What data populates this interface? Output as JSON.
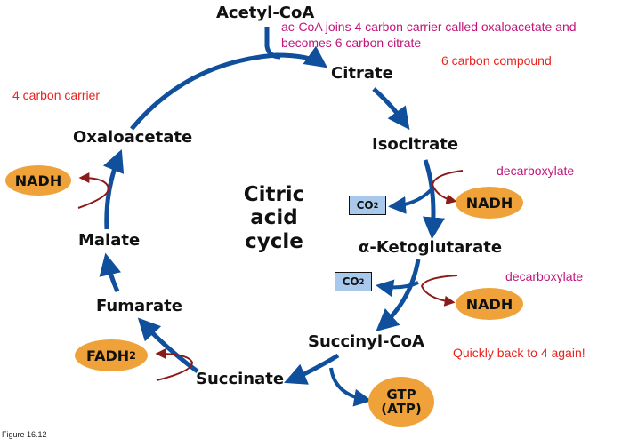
{
  "metabolites": {
    "acetyl_coa": "Acetyl-CoA",
    "citrate": "Citrate",
    "isocitrate": "Isocitrate",
    "alpha_ketoglutarate": "α-Ketoglutarate",
    "succinyl_coa": "Succinyl-CoA",
    "succinate": "Succinate",
    "fumarate": "Fumarate",
    "malate": "Malate",
    "oxaloacetate": "Oxaloacetate"
  },
  "center_label": [
    "Citric",
    "acid",
    "cycle"
  ],
  "products": {
    "nadh_left": "NADH",
    "nadh_1": "NADH",
    "nadh_2": "NADH",
    "fadh2_base": "FADH",
    "fadh2_sub": "2",
    "gtp_line1": "GTP",
    "gtp_line2": "(ATP)",
    "co2_1_base": "CO",
    "co2_1_sub": "2",
    "co2_2_base": "CO",
    "co2_2_sub": "2"
  },
  "annotations": {
    "acoa_join_line1": "ac-CoA joins 4 carbon carrier called oxaloacetate and",
    "acoa_join_line2": "becomes 6 carbon citrate",
    "six_carbon": "6 carbon compound",
    "four_carbon": "4 carbon carrier",
    "decarboxylate_1": "decarboxylate",
    "decarboxylate_2": "decarboxylate",
    "back_to_four": "Quickly back to 4 again!"
  },
  "figure_caption": "Figure 16.12",
  "colors": {
    "arrow_blue": "#0f4f9c",
    "cofactor_arrow": "#8b1a1a",
    "oval_fill": "#f0a23a",
    "co2_box_fill": "#a9c9ec",
    "note_red": "#e8231f",
    "note_magenta": "#c0167a"
  }
}
